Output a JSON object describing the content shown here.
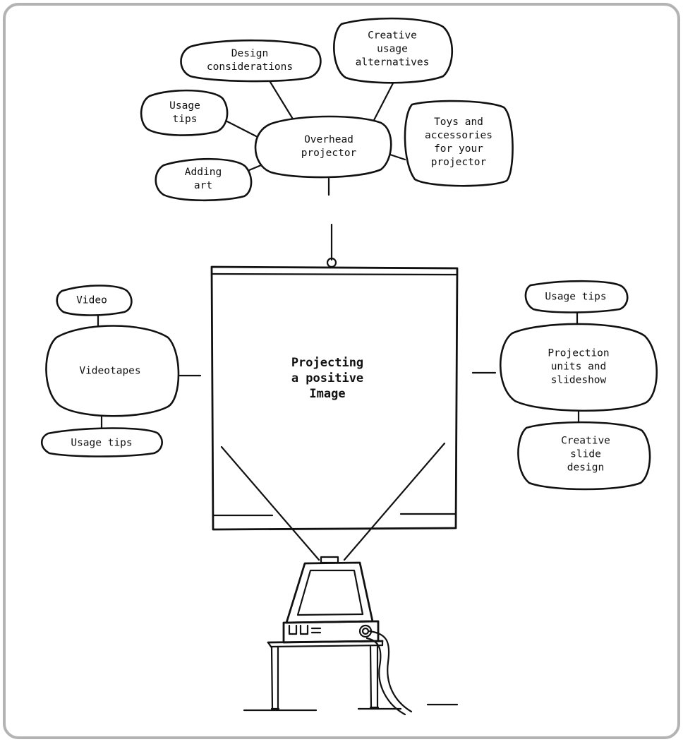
{
  "center": "Projecting\na positive\nImage",
  "top_cluster": {
    "hub": "Overhead\nprojector",
    "nodes": {
      "design": "Design\nconsiderations",
      "creative_usage": "Creative\nusage\nalternatives",
      "usage_tips": "Usage\ntips",
      "toys": "Toys and\naccessories\nfor your\nprojector",
      "adding_art": "Adding\nart"
    }
  },
  "left_cluster": {
    "hub": "Videotapes",
    "nodes": {
      "video": "Video",
      "usage_tips": "Usage tips"
    }
  },
  "right_cluster": {
    "hub": "Projection\nunits and\nslideshow",
    "nodes": {
      "usage_tips": "Usage tips",
      "creative_slide": "Creative\nslide\ndesign"
    }
  }
}
